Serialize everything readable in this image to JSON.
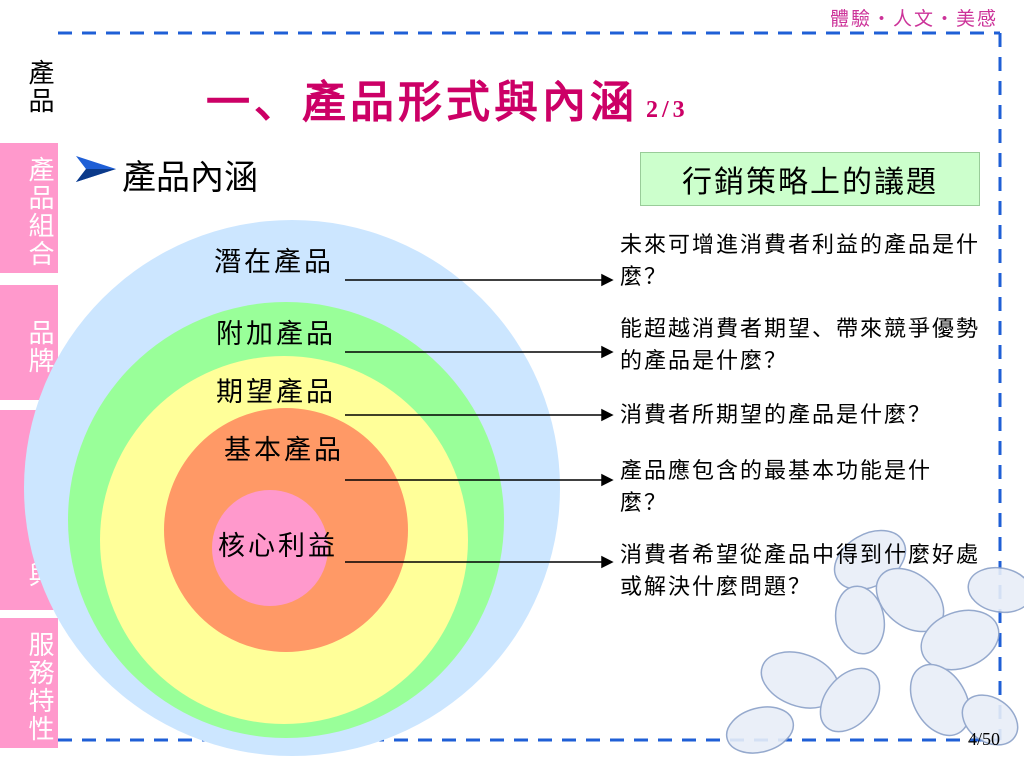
{
  "tagline": "體驗・人文・美感",
  "sidebar": {
    "items": [
      {
        "label": "產品",
        "state": "active"
      },
      {
        "label": "產品組合",
        "state": "inactive"
      },
      {
        "label": "品牌",
        "state": "inactive"
      },
      {
        "label": "服務特性",
        "state": "inactive"
      }
    ],
    "partial_label_bottom": "與"
  },
  "title": {
    "main": "一、產品形式與內涵",
    "page": "2/3"
  },
  "bullet": {
    "icon": "triangle-arrow-icon",
    "text": "產品內涵"
  },
  "issue_box": {
    "label": "行銷策略上的議題"
  },
  "rings": [
    {
      "label": "潛在產品",
      "color": "#cce6ff"
    },
    {
      "label": "附加產品",
      "color": "#99ff99"
    },
    {
      "label": "期望產品",
      "color": "#ffff99"
    },
    {
      "label": "基本產品",
      "color": "#ff9966"
    },
    {
      "label": "核心利益",
      "color": "#ff99cc"
    }
  ],
  "questions": [
    {
      "text": "未來可增進消費者利益的產品是什麼？"
    },
    {
      "text": "能超越消費者期望、帶來競爭優勢的產品是什麼？"
    },
    {
      "text": "消費者所期望的產品是什麼？"
    },
    {
      "text": "產品應包含的最基本功能是什麼？"
    },
    {
      "text": "消費者希望從產品中得到什麼好處或解決什麼問題？"
    }
  ],
  "page_number": "4/50"
}
